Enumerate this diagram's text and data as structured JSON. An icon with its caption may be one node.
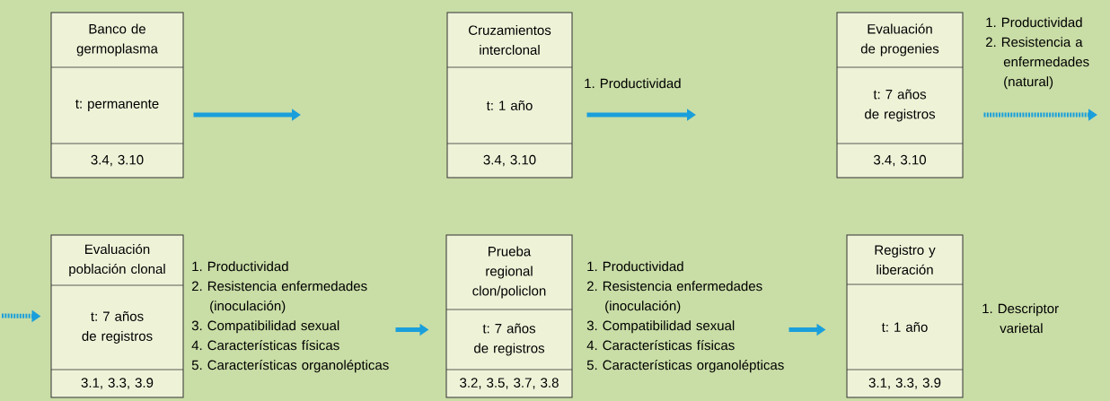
{
  "diagram": {
    "nodes": [
      {
        "text": [
          "Banco de germoplasma",
          "t: permanente",
          "3.4, 3.10"
        ]
      },
      {
        "text": [
          "Cruzamientos interclonal",
          "t: 1 año",
          "3.4, 3.10"
        ],
        "beside": [
          "1. Productividad"
        ]
      },
      {
        "text": [
          "Evaluación de progenies",
          "t: 7 años de registros",
          "3.4, 3.10"
        ],
        "beside": [
          "1. Productividad",
          "2. Resistencia a enfermedades (natural)"
        ]
      },
      {
        "text": [
          "Evaluación población clonal",
          "t: 7 años de registros",
          "3.1, 3.3, 3.9"
        ],
        "beside": [
          "1. Productividad",
          "2. Resistencia enfermedades (inoculación)",
          "3. Compatibilidad sexual",
          "4. Características físicas",
          "5. Características organolépticas"
        ]
      },
      {
        "text": [
          "Prueba regional clon/policlon",
          "t: 7 años de registros",
          "3.2, 3.5, 3.7, 3.8"
        ],
        "beside": [
          "1. Productividad",
          "2. Resistencia enfermedades (inoculación)",
          "3. Compatibilidad sexual",
          "4. Características físicas",
          "5. Características organolépticas"
        ]
      },
      {
        "text": [
          "Registro y liberación",
          "t: 1 año",
          "3.1, 3.3, 3.9"
        ],
        "beside": [
          "1. Descriptor varietal"
        ]
      }
    ],
    "edges": [
      {
        "from": 0,
        "to": null,
        "arrow": "to"
      },
      {
        "from": 1,
        "to": null,
        "arrow": "to"
      },
      {
        "from": 2,
        "to": null,
        "arrow": "to",
        "style": "dashed"
      },
      {
        "from": null,
        "to": 3,
        "arrow": "to",
        "style": "dashed"
      },
      {
        "from": 3,
        "to": 4,
        "arrow": "to"
      },
      {
        "from": 4,
        "to": 5,
        "arrow": "to"
      }
    ]
  }
}
